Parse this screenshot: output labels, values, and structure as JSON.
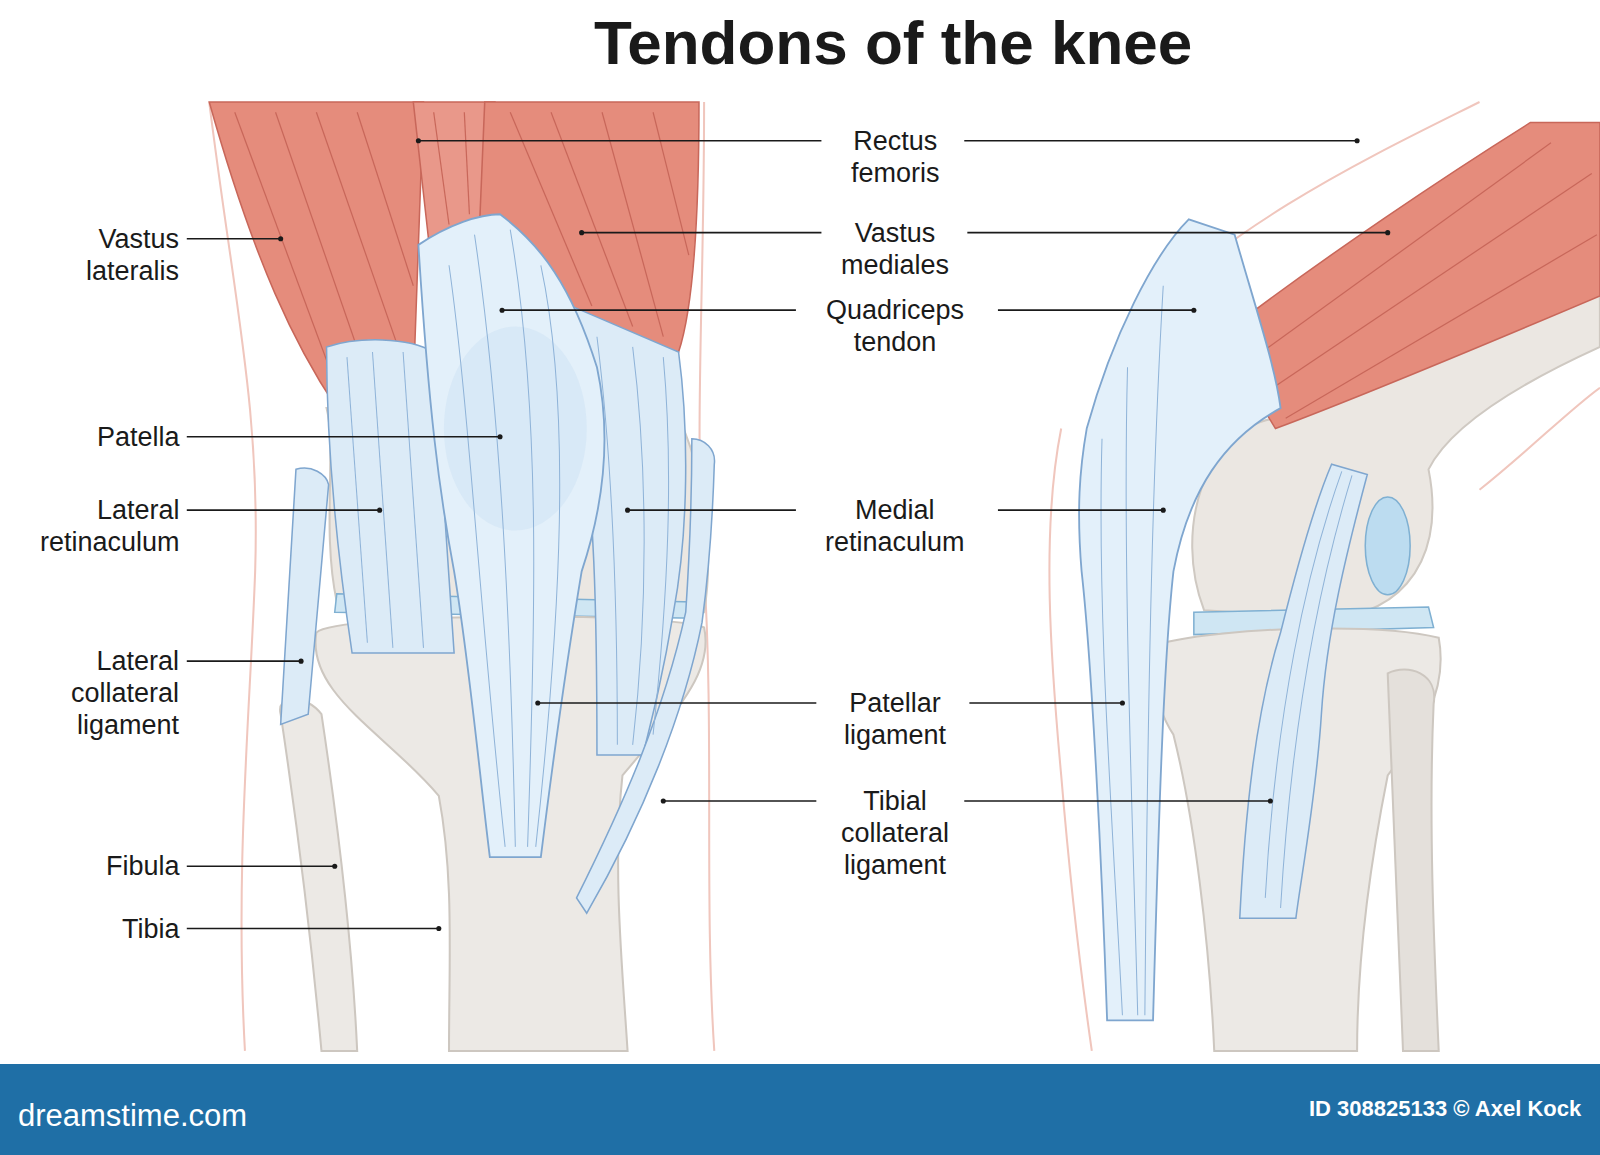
{
  "diagram": {
    "title": "Tendons of the knee",
    "labels": [
      "Rectus femoris",
      "Vastus mediales",
      "Quadriceps tendon",
      "Vastus lateralis",
      "Patella",
      "Lateral retinaculum",
      "Medial retinaculum",
      "Lateral collateral ligament",
      "Patellar ligament",
      "Tibial collateral ligament",
      "Fibula",
      "Tibia",
      "dreamstime.com",
      "ID 308825133 © Axel Kock"
    ]
  }
}
